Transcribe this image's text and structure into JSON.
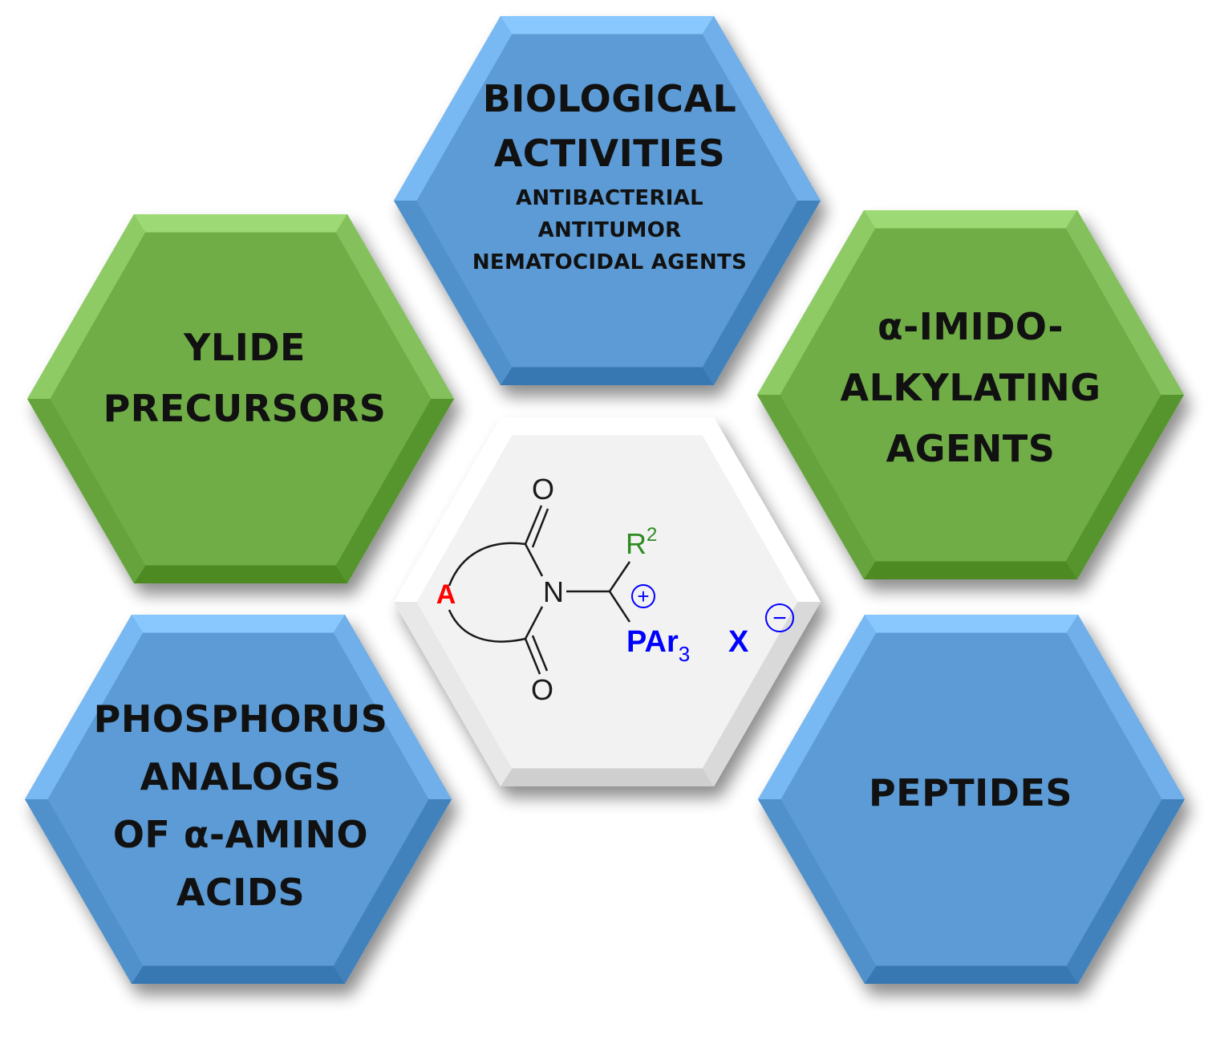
{
  "colors": {
    "blue": "#5b9bd5",
    "green": "#70ad47",
    "center": "#f2f2f2",
    "atom_a": "#ff0000",
    "r2": "#2e8b22",
    "phosphonium": "#0000ff",
    "bond": "#1a1a1a"
  },
  "hexagons": [
    {
      "id": "biological",
      "color": "blue",
      "title_lines": [
        "BIOLOGICAL",
        "ACTIVITIES"
      ],
      "sub_lines": [
        "ANTIBACTERIAL",
        "ANTITUMOR",
        "NEMATOCIDAL AGENTS"
      ]
    },
    {
      "id": "ylide",
      "color": "green",
      "title_lines": [
        "YLIDE",
        "PRECURSORS"
      ]
    },
    {
      "id": "imido",
      "color": "green",
      "title_lines": [
        "α-IMIDO-",
        "ALKYLATING",
        "AGENTS"
      ]
    },
    {
      "id": "phosphorus",
      "color": "blue",
      "title_lines": [
        "PHOSPHORUS",
        "ANALOGS",
        "OF α-AMINO",
        "ACIDS"
      ]
    },
    {
      "id": "peptides",
      "color": "blue",
      "title_lines": [
        "PEPTIDES"
      ]
    },
    {
      "id": "center",
      "color": "center"
    }
  ],
  "molecule": {
    "oxygen_top": "O",
    "oxygen_bottom": "O",
    "nitrogen": "N",
    "ring_atom": "A",
    "r_group": "R",
    "r_group_sup": "2",
    "plus_sign": "+",
    "phosphonium": "PAr",
    "phosphonium_sub": "3",
    "counterion": "X",
    "minus_sign": "−"
  }
}
